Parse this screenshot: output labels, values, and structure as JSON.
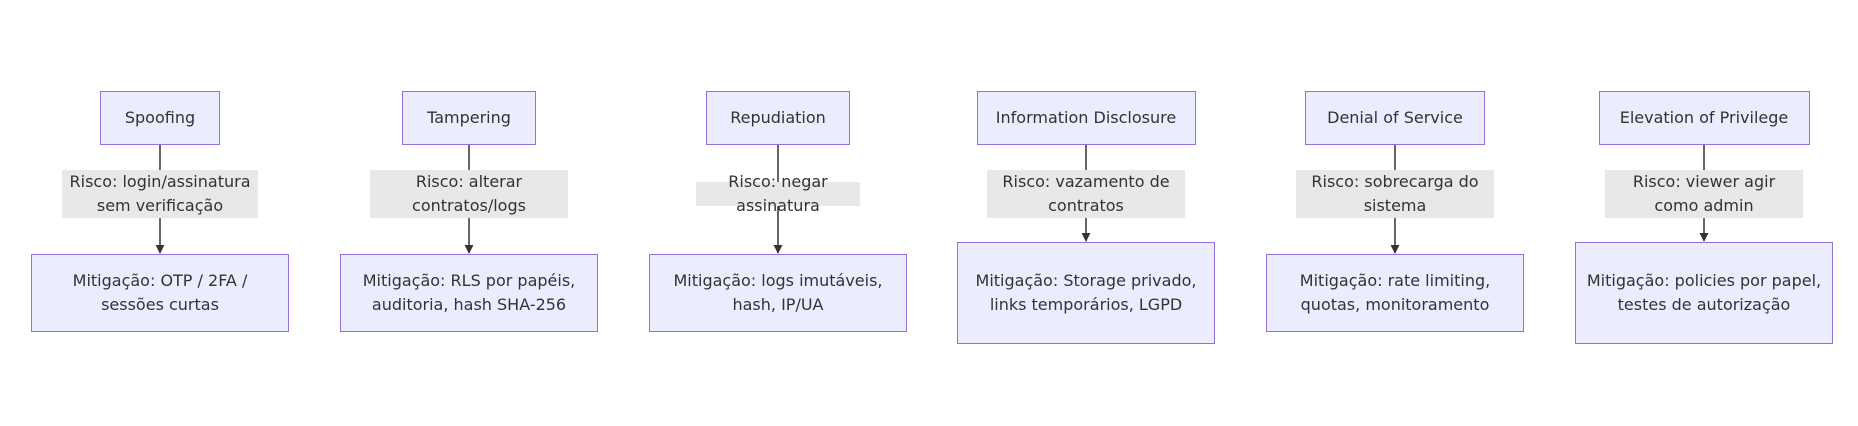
{
  "threats": [
    {
      "key": "spoofing",
      "title": "Spoofing",
      "risk": "Risco: login/assinatura sem verificação",
      "mitigation": "Mitigação: OTP / 2FA / sessões curtas"
    },
    {
      "key": "tampering",
      "title": "Tampering",
      "risk": "Risco: alterar contratos/logs",
      "mitigation": "Mitigação: RLS por papéis, auditoria, hash SHA-256"
    },
    {
      "key": "repudiation",
      "title": "Repudiation",
      "risk": "Risco: negar assinatura",
      "mitigation": "Mitigação: logs imutáveis, hash, IP/UA"
    },
    {
      "key": "information-disclosure",
      "title": "Information Disclosure",
      "risk": "Risco: vazamento de contratos",
      "mitigation": "Mitigação: Storage privado, links temporários, LGPD"
    },
    {
      "key": "denial-of-service",
      "title": "Denial of Service",
      "risk": "Risco: sobrecarga do sistema",
      "mitigation": "Mitigação: rate limiting, quotas, monitoramento"
    },
    {
      "key": "elevation-of-privilege",
      "title": "Elevation of Privilege",
      "risk": "Risco: viewer agir como admin",
      "mitigation": "Mitigação: policies por papel, testes de autorização"
    }
  ],
  "colors": {
    "node_fill": "#ECECFF",
    "node_border": "#9370DB",
    "label_fill": "#E8E8E8",
    "line": "#333333",
    "text": "#333333"
  }
}
